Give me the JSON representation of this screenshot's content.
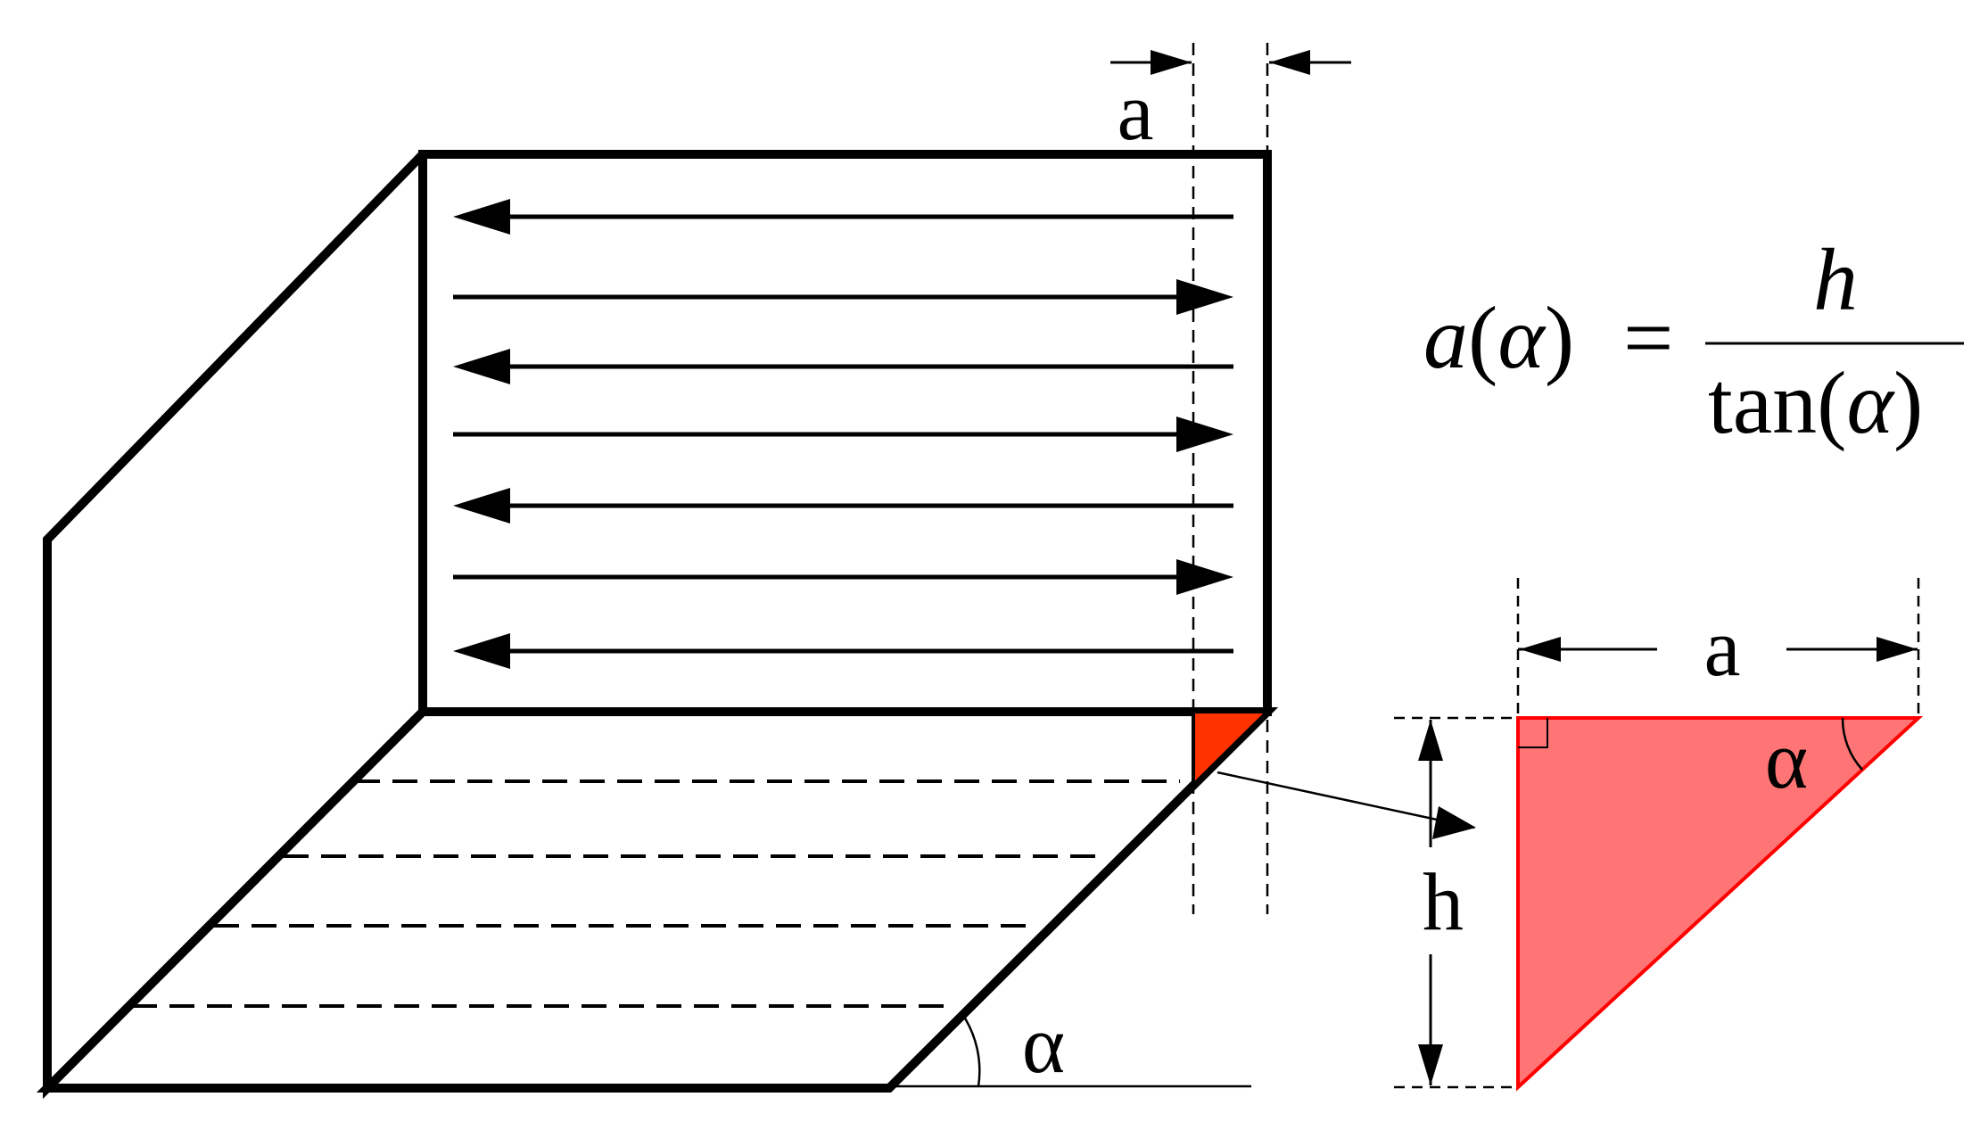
{
  "labels": {
    "a_top": "a",
    "alpha_bottom": "α",
    "a_triangle": "a",
    "h_triangle": "h",
    "alpha_triangle": "α"
  },
  "formula": {
    "lhs_func": "a",
    "lhs_open": "(",
    "lhs_arg": "α",
    "lhs_close": ")",
    "equals": "=",
    "numerator": "h",
    "den_func": "tan",
    "den_open": "(",
    "den_arg": "α",
    "den_close": ")"
  },
  "colors": {
    "line": "#000000",
    "corner_fill": "#ff3300",
    "triangle_fill": "#ff7575",
    "triangle_stroke": "#ff0000"
  },
  "arrow_rows": [
    {
      "direction": "left"
    },
    {
      "direction": "right"
    },
    {
      "direction": "left"
    },
    {
      "direction": "right"
    },
    {
      "direction": "left"
    },
    {
      "direction": "right"
    },
    {
      "direction": "left"
    }
  ],
  "dashed_rows": 4
}
